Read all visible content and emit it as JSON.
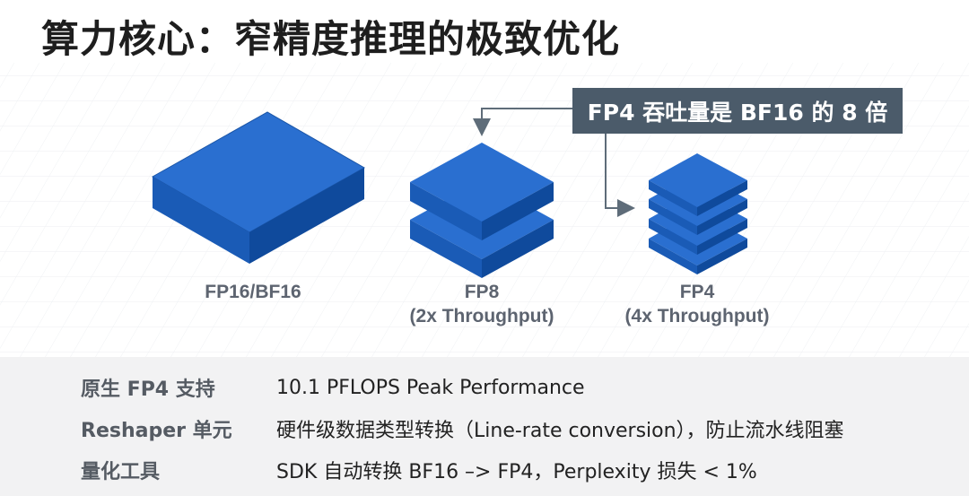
{
  "title": "算力核心：窄精度推理的极致优化",
  "callout": "FP4 吞吐量是 BF16 的 8 倍",
  "blocks": [
    {
      "name": "FP16/BF16",
      "sublabel": "",
      "layers": 1
    },
    {
      "name": "FP8",
      "sublabel": "(2x Throughput)",
      "layers": 2
    },
    {
      "name": "FP4",
      "sublabel": "(4x Throughput)",
      "layers": 4
    }
  ],
  "colors": {
    "block_top": "#2a6fd0",
    "block_left": "#1a5bb6",
    "block_right": "#0f4a9c",
    "callout_bg": "#4b5b6a",
    "panel_bg": "#f2f2f3"
  },
  "features": [
    {
      "label": "原生 FP4 支持",
      "value": "10.1 PFLOPS Peak Performance"
    },
    {
      "label": "Reshaper 单元",
      "value": "硬件级数据类型转换（Line-rate conversion），防止流水线阻塞"
    },
    {
      "label": "量化工具",
      "value": "SDK 自动转换 BF16 –> FP4，Perplexity 损失 < 1%"
    }
  ]
}
